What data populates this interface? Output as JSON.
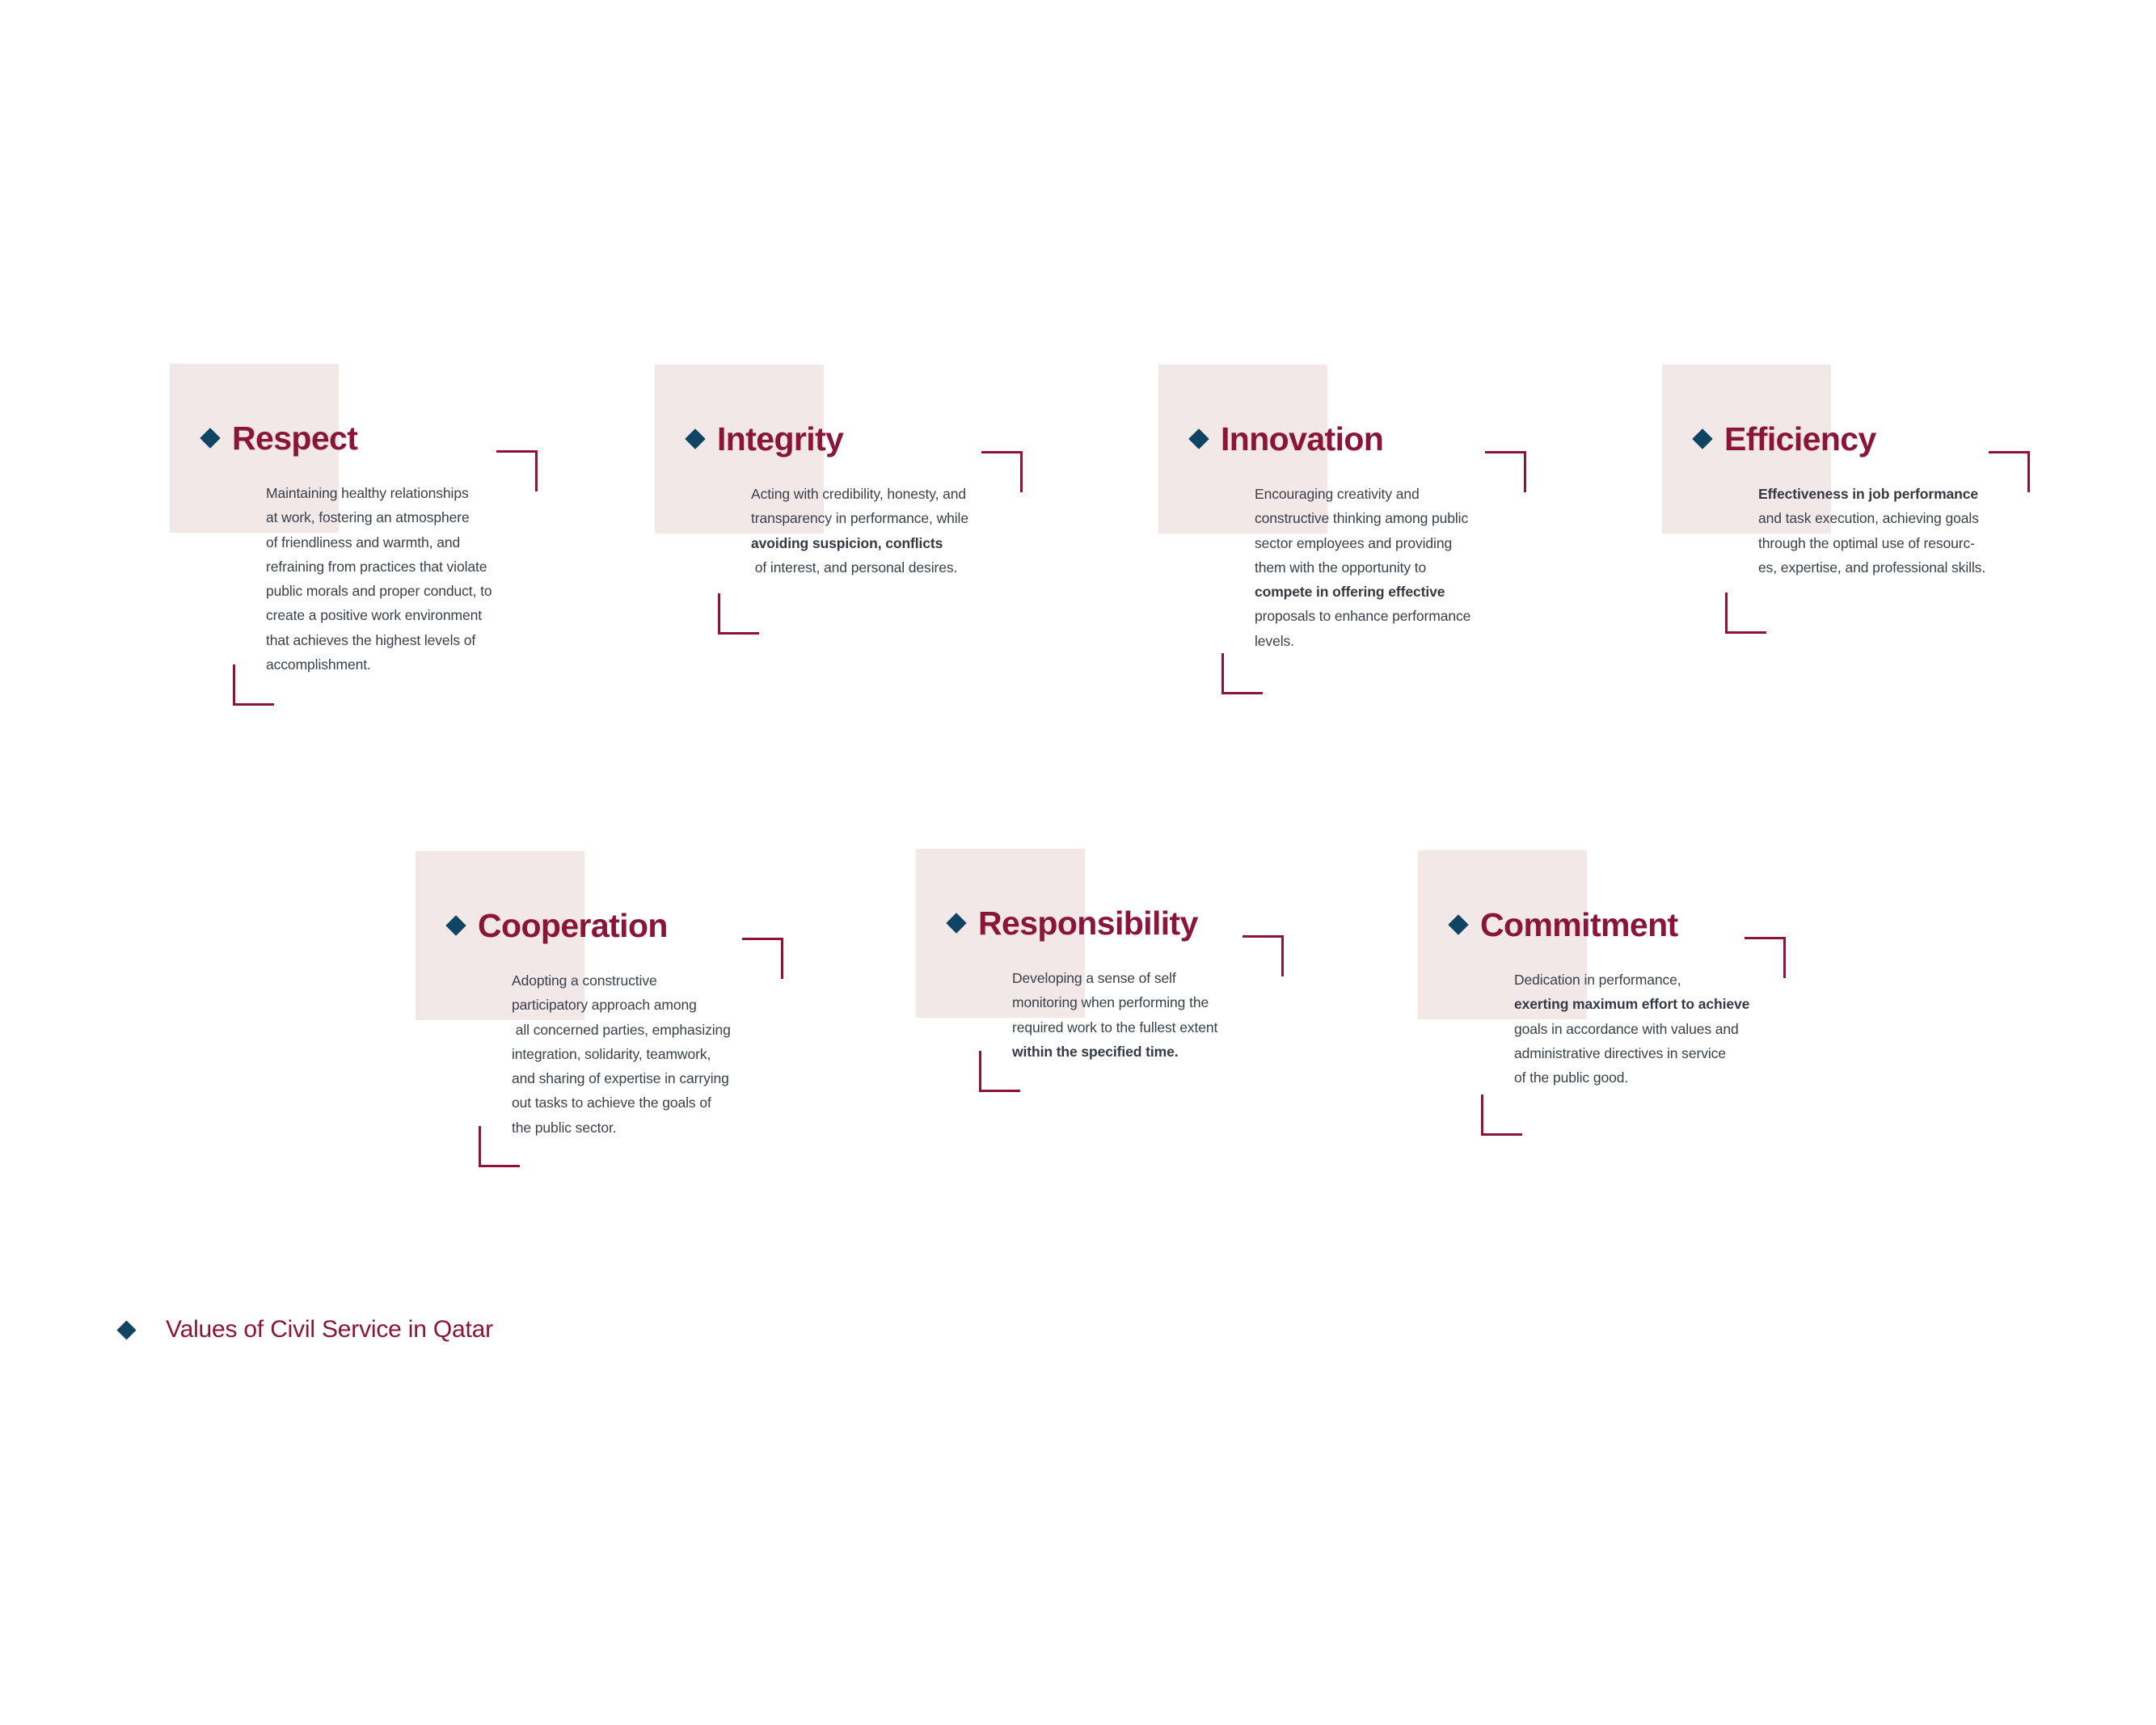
{
  "colors": {
    "accent_maroon": "#8A1538",
    "diamond_navy": "#0F4463",
    "square_pink": "#F2E8E8",
    "body_text": "#3A3F4A",
    "background": "#FFFFFF"
  },
  "icons": {
    "bullet": "diamond-icon",
    "corner_top_right": "corner-bracket-top-right",
    "corner_bottom_left": "corner-bracket-bottom-left"
  },
  "values": [
    {
      "title": "Respect",
      "lines": [
        "Maintaining healthy relationships",
        "at work, fostering an atmosphere",
        "of friendliness and warmth, and",
        "refraining from practices that violate",
        "public morals and proper conduct, to",
        "create a positive work environment",
        "that achieves the highest levels of",
        "accomplishment."
      ],
      "emphasized_lines": []
    },
    {
      "title": "Integrity",
      "lines": [
        "Acting with credibility, honesty, and",
        "transparency in performance, while",
        "avoiding suspicion, conflicts",
        " of interest, and personal desires."
      ],
      "emphasized_lines": [
        2
      ]
    },
    {
      "title": "Innovation",
      "lines": [
        "Encouraging creativity and",
        "constructive thinking among public",
        "sector employees and providing",
        "them with the opportunity to",
        "compete in offering effective",
        "proposals to enhance performance",
        "levels."
      ],
      "emphasized_lines": [
        4
      ]
    },
    {
      "title": "Efficiency",
      "lines": [
        "Effectiveness in job performance",
        "and task execution, achieving goals",
        "through the optimal use of resourc-",
        "es, expertise, and professional skills."
      ],
      "emphasized_lines": [
        0
      ]
    },
    {
      "title": "Cooperation",
      "lines": [
        "Adopting a constructive",
        "participatory approach among",
        " all concerned parties, emphasizing",
        "integration, solidarity, teamwork,",
        "and sharing of expertise in carrying",
        "out tasks to achieve the goals of",
        "the public sector."
      ],
      "emphasized_lines": []
    },
    {
      "title": "Responsibility",
      "lines": [
        "Developing a sense of self",
        "monitoring when performing the",
        "required work to the fullest extent",
        "within the specified time."
      ],
      "emphasized_lines": [
        3
      ]
    },
    {
      "title": "Commitment",
      "lines": [
        "Dedication in performance,",
        "exerting maximum effort to achieve",
        "goals in accordance with values and",
        "administrative directives in service",
        "of the public good."
      ],
      "emphasized_lines": [
        1
      ]
    }
  ],
  "footer": {
    "label": "Values of Civil Service in Qatar"
  }
}
